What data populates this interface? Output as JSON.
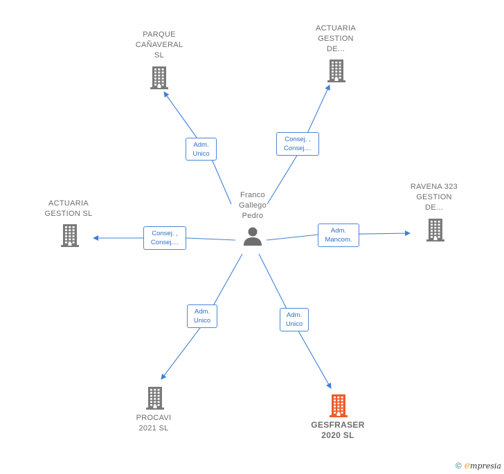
{
  "center": {
    "label": "Franco\nGallego\nPedro",
    "icon": "person-icon"
  },
  "companies": [
    {
      "id": "parque",
      "label": "PARQUE\nCAÑAVERAL\nSL",
      "icon": "building-icon",
      "color": "#7a7a7a"
    },
    {
      "id": "actuaria_de",
      "label": "ACTUARIA\nGESTION\nDE...",
      "icon": "building-icon",
      "color": "#7a7a7a"
    },
    {
      "id": "actuaria_sl",
      "label": "ACTUARIA\nGESTION  SL",
      "icon": "building-icon",
      "color": "#7a7a7a"
    },
    {
      "id": "ravena",
      "label": "RAVENA 323\nGESTION\nDE...",
      "icon": "building-icon",
      "color": "#7a7a7a"
    },
    {
      "id": "procavi",
      "label": "PROCAVI\n2021  SL",
      "icon": "building-icon",
      "color": "#7a7a7a"
    },
    {
      "id": "gesfraser",
      "label": "GESFRASER\n2020  SL",
      "icon": "building-icon",
      "color": "#f05a28",
      "highlight": true
    }
  ],
  "relations": [
    {
      "to": "parque",
      "lines": [
        "Adm.",
        "Unico"
      ]
    },
    {
      "to": "actuaria_de",
      "lines": [
        "Consej. ,",
        "Consej...."
      ]
    },
    {
      "to": "actuaria_sl",
      "lines": [
        "Consej. ,",
        "Consej...."
      ]
    },
    {
      "to": "ravena",
      "lines": [
        "Adm.",
        "Mancom."
      ]
    },
    {
      "to": "procavi",
      "lines": [
        "Adm.",
        "Unico"
      ]
    },
    {
      "to": "gesfraser",
      "lines": [
        "Adm.",
        "Unico"
      ]
    }
  ],
  "colors": {
    "edge": "#3f7fd6",
    "node_grey": "#7a7a7a",
    "accent": "#f05a28"
  },
  "footer": {
    "copyright": "©",
    "brand": "mpresia",
    "brand_initial": "e"
  }
}
